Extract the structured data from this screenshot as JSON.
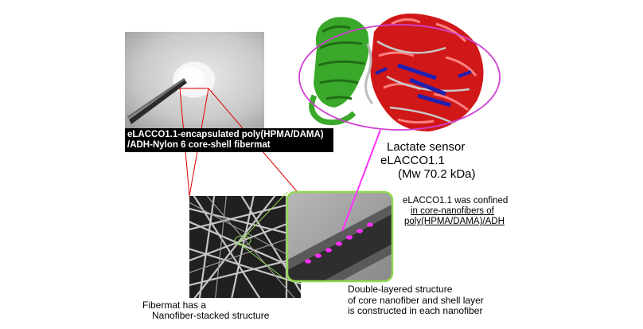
{
  "fibermat_label": {
    "line1": "eLACCO1.1-encapsulated poly(HPMA/DAMA)",
    "line2": "/ADH-Nylon 6 core-shell fibermat"
  },
  "sensor": {
    "title": "Lactate sensor",
    "name": "eLACCO1.1",
    "mw": "(Mw 70.2 kDa)"
  },
  "confined_note": {
    "line1": "eLACCO1.1 was confined",
    "line2": "in core-nanofibers of",
    "line3": "poly(HPMA/DAMA)/ADH"
  },
  "fibermat_desc": {
    "line1": "Fibermat has a",
    "line2": "Nanofiber-stacked structure"
  },
  "double_layer_desc": {
    "line1": "Double-layered structure",
    "line2": "of core nanofiber and shell layer",
    "line3": "is constructed in each nanofiber"
  },
  "colors": {
    "ellipse": "#d040d0",
    "connector": "#e00000",
    "zoom_frame": "#90d850",
    "core_dots": "#ff30ff",
    "protein_green": "#3aa82a",
    "protein_red": "#d01818",
    "protein_blue": "#2020b0"
  }
}
